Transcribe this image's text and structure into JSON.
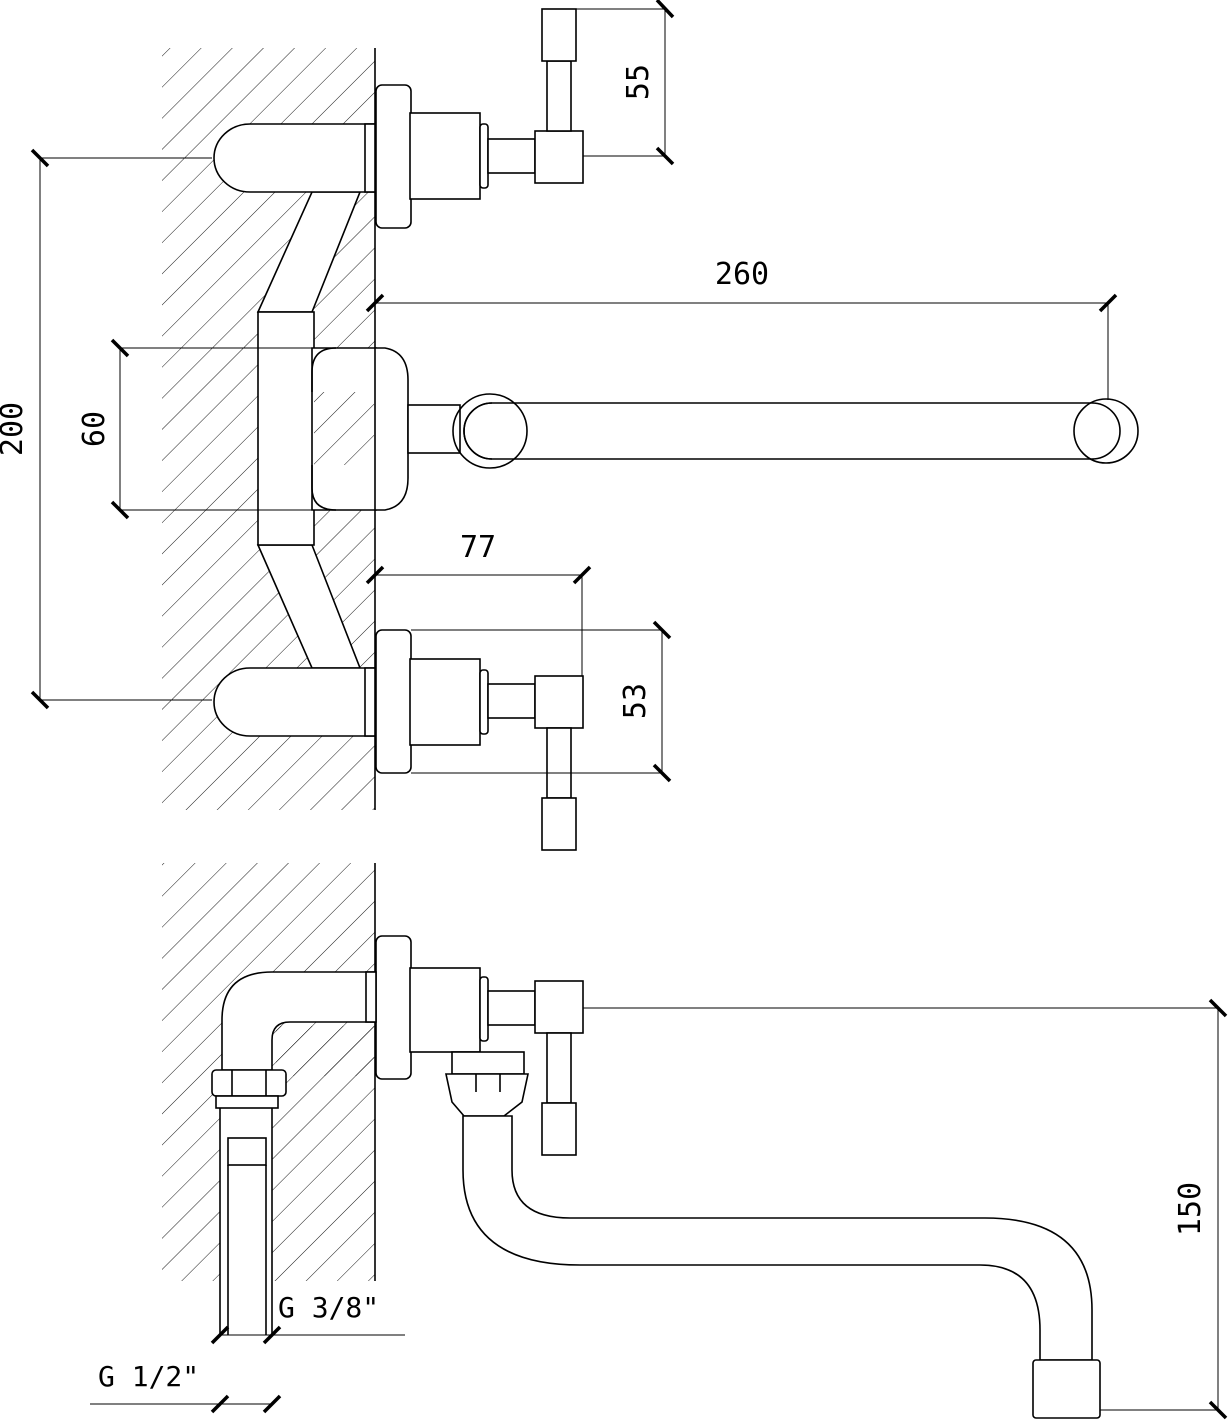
{
  "dimensions": {
    "top_handle_height": "55",
    "spout_length": "260",
    "inlet_spacing": "200",
    "body_height": "60",
    "body_depth": "77",
    "bottom_handle_height": "53",
    "spout_drop": "150"
  },
  "threads": {
    "outlet": "G 3/8\"",
    "inlet": "G 1/2\""
  }
}
